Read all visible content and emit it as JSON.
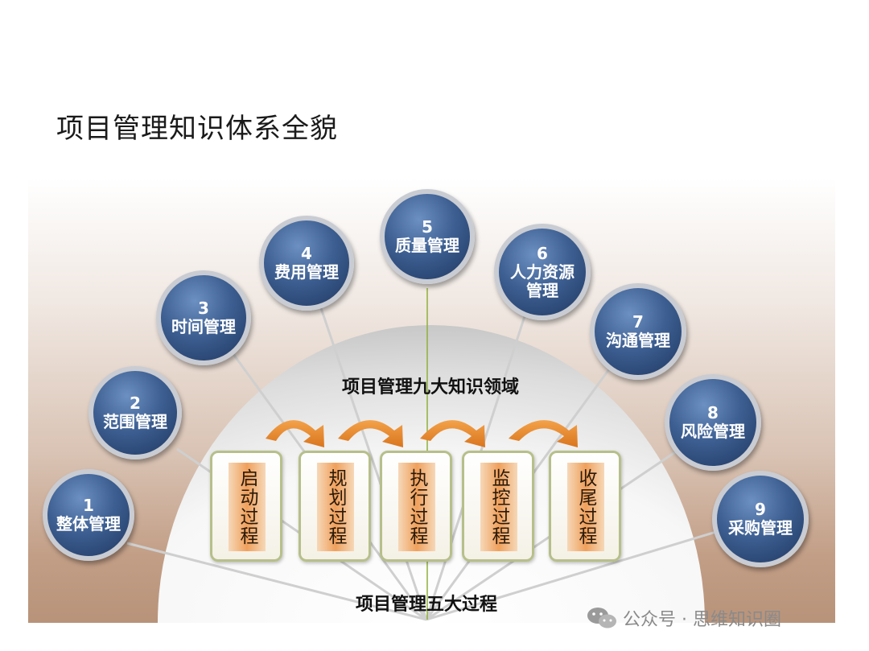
{
  "title": "项目管理知识体系全貌",
  "dome_title": "项目管理九大知识领域",
  "base_title": "项目管理五大过程",
  "knowledge_areas": [
    {
      "num": "1",
      "label": "整体管理"
    },
    {
      "num": "2",
      "label": "范围管理"
    },
    {
      "num": "3",
      "label": "时间管理"
    },
    {
      "num": "4",
      "label": "费用管理"
    },
    {
      "num": "5",
      "label": "质量管理"
    },
    {
      "num": "6",
      "label_line1": "人力资源",
      "label_line2": "管理"
    },
    {
      "num": "7",
      "label": "沟通管理"
    },
    {
      "num": "8",
      "label": "风险管理"
    },
    {
      "num": "9",
      "label": "采购管理"
    }
  ],
  "processes": [
    "启动过程",
    "规划过程",
    "执行过程",
    "监控过程",
    "收尾过程"
  ],
  "watermark": "公众号 · 思维知识圈",
  "colors": {
    "node_blue": "#3d5f92",
    "node_border": "#c9ccd2",
    "process_border": "#b7bf8a",
    "process_fill": "#f0a05c",
    "arrow": "#e8862a",
    "dome": "#ffffff"
  }
}
